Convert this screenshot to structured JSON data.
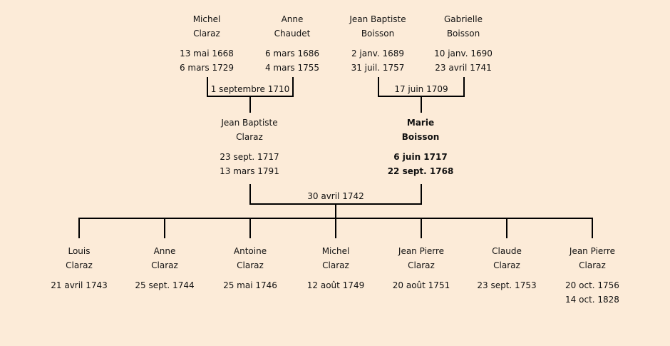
{
  "grandparents": [
    {
      "first": "Michel",
      "last": "Claraz",
      "born": "13 mai 1668",
      "died": "6 mars 1729"
    },
    {
      "first": "Anne",
      "last": "Chaudet",
      "born": "6 mars 1686",
      "died": "4 mars 1755"
    },
    {
      "first": "Jean Baptiste",
      "last": "Boisson",
      "born": "2 janv. 1689",
      "died": "31 juil. 1757"
    },
    {
      "first": "Gabrielle",
      "last": "Boisson",
      "born": "10 janv. 1690",
      "died": "23 avril 1741"
    }
  ],
  "grandparent_marriages": [
    "1 septembre 1710",
    "17 juin 1709"
  ],
  "parents": [
    {
      "first": "Jean Baptiste",
      "last": "Claraz",
      "born": "23 sept. 1717",
      "died": "13 mars 1791"
    },
    {
      "first": "Marie",
      "last": "Boisson",
      "born": "6 juin 1717",
      "died": "22 sept. 1768"
    }
  ],
  "parent_marriage": "30 avril 1742",
  "children": [
    {
      "first": "Louis",
      "last": "Claraz",
      "born": "21 avril 1743"
    },
    {
      "first": "Anne",
      "last": "Claraz",
      "born": "25 sept. 1744"
    },
    {
      "first": "Antoine",
      "last": "Claraz",
      "born": "25 mai 1746"
    },
    {
      "first": "Michel",
      "last": "Claraz",
      "born": "12 août 1749"
    },
    {
      "first": "Jean Pierre",
      "last": "Claraz",
      "born": "20 août 1751"
    },
    {
      "first": "Claude",
      "last": "Claraz",
      "born": "23 sept. 1753"
    },
    {
      "first": "Jean Pierre",
      "last": "Claraz",
      "born": "20 oct. 1756",
      "died": "14 oct. 1828"
    }
  ]
}
